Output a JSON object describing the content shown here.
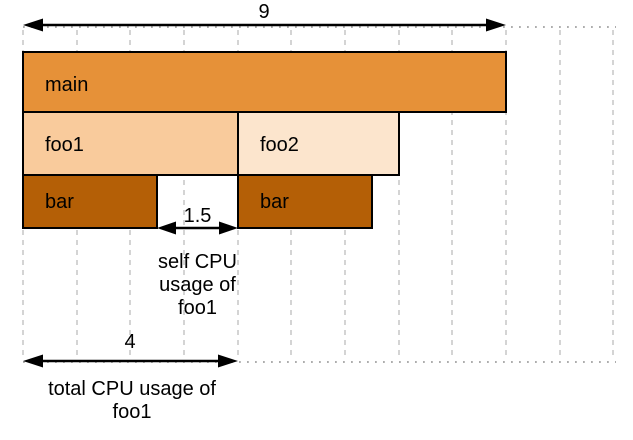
{
  "diagram": {
    "kind": "flame-graph illustration",
    "unit_count_visible_gridlines": 12
  },
  "colors": {
    "main_fill": "#E69138",
    "foo1_fill": "#F9CB9C",
    "foo2_fill": "#FCE5CD",
    "bar_fill": "#B45F06",
    "border": "#000000",
    "gridline": "#C9C9C9",
    "dotted_guide": "#ADADAD",
    "arrow": "#000000",
    "text": "#000000"
  },
  "frames": [
    {
      "label": "main",
      "depth": 0,
      "start": 0,
      "end": 9
    },
    {
      "label": "foo1",
      "depth": 1,
      "start": 0,
      "end": 4
    },
    {
      "label": "foo2",
      "depth": 1,
      "start": 4,
      "end": 7
    },
    {
      "label": "bar",
      "depth": 2,
      "start": 0,
      "end": 2.5
    },
    {
      "label": "bar",
      "depth": 2,
      "start": 4,
      "end": 6.5
    }
  ],
  "measurements": {
    "total_width": {
      "value": "9"
    },
    "self_foo1": {
      "value": "1.5",
      "caption_lines": [
        "self CPU",
        "usage of",
        "foo1"
      ]
    },
    "total_foo1": {
      "value": "4",
      "caption_lines": [
        "total CPU usage of",
        "foo1"
      ]
    }
  }
}
